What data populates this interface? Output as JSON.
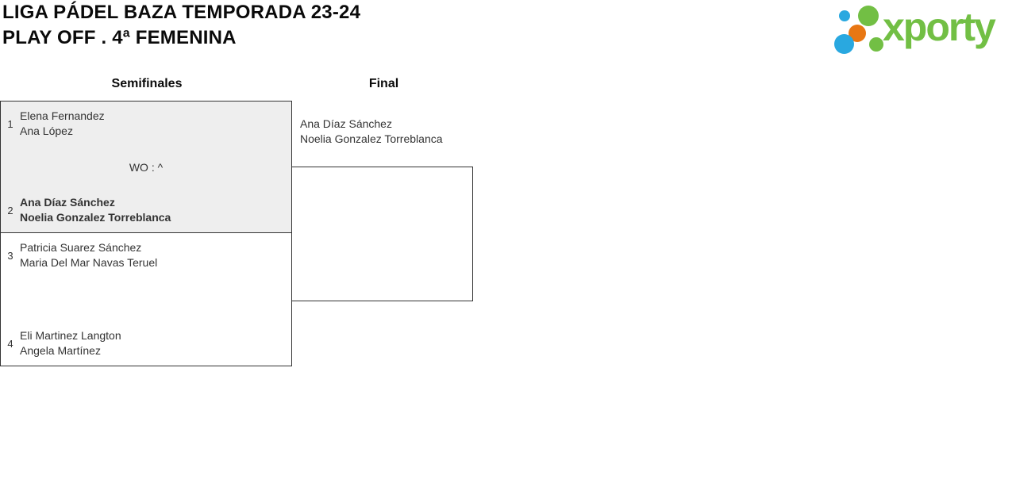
{
  "page": {
    "title_line1": "LIGA PÁDEL BAZA TEMPORADA 23-24",
    "title_line2": "PLAY OFF . 4ª FEMENINA"
  },
  "logo": {
    "wordmark": "xporty",
    "colors": {
      "green": "#72bf44",
      "blue": "#29a8e0",
      "orange": "#e87713"
    }
  },
  "bracket": {
    "round_headers": [
      {
        "label": "Semifinales"
      },
      {
        "label": "Final"
      }
    ],
    "semifinal1": {
      "status": "WO : ^",
      "highlighted": true,
      "team1": {
        "seed": "1",
        "player1": "Elena Fernandez",
        "player2": "Ana López",
        "winner": false
      },
      "team2": {
        "seed": "2",
        "player1": "Ana Díaz Sánchez",
        "player2": "Noelia Gonzalez Torreblanca",
        "winner": true
      }
    },
    "semifinal2": {
      "status": "",
      "highlighted": false,
      "team1": {
        "seed": "3",
        "player1": "Patricia Suarez Sánchez",
        "player2": "Maria Del Mar Navas Teruel",
        "winner": false
      },
      "team2": {
        "seed": "4",
        "player1": "Eli Martinez Langton",
        "player2": "Angela Martínez",
        "winner": false
      }
    },
    "final": {
      "team1": {
        "player1": "Ana Díaz Sánchez",
        "player2": "Noelia Gonzalez Torreblanca"
      }
    }
  },
  "colors": {
    "highlight_fill": "#eeeeee",
    "border": "#333333",
    "text": "#333333",
    "title_text": "#0a0a0a"
  }
}
